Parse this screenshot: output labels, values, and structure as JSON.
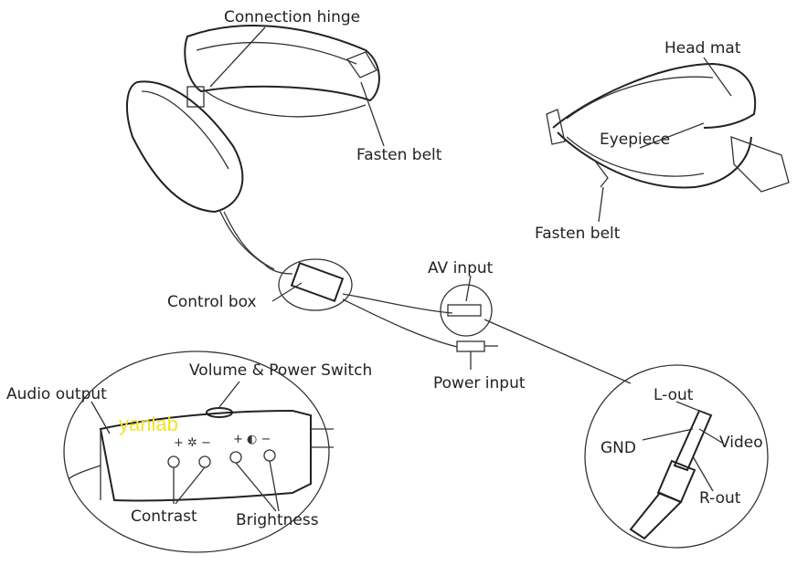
{
  "labels": {
    "connection_hinge": "Connection hinge",
    "fasten_belt_left": "Fasten belt",
    "head_mat": "Head mat",
    "eyepiece": "Eyepiece",
    "fasten_belt_right": "Fasten belt",
    "av_input": "AV input",
    "control_box": "Control box",
    "power_input": "Power input",
    "volume_power_switch": "Volume & Power Switch",
    "audio_output": "Audio output",
    "contrast": "Contrast",
    "brightness": "Brightness",
    "l_out": "L-out",
    "gnd": "GND",
    "video": "Video",
    "r_out": "R-out"
  },
  "symbols": {
    "contrast_marks": "+ ✲ −",
    "brightness_marks": "+ ◐ −"
  },
  "watermark": "yanlab",
  "colors": {
    "line": "#333333",
    "watermark": "#f2e22a"
  }
}
